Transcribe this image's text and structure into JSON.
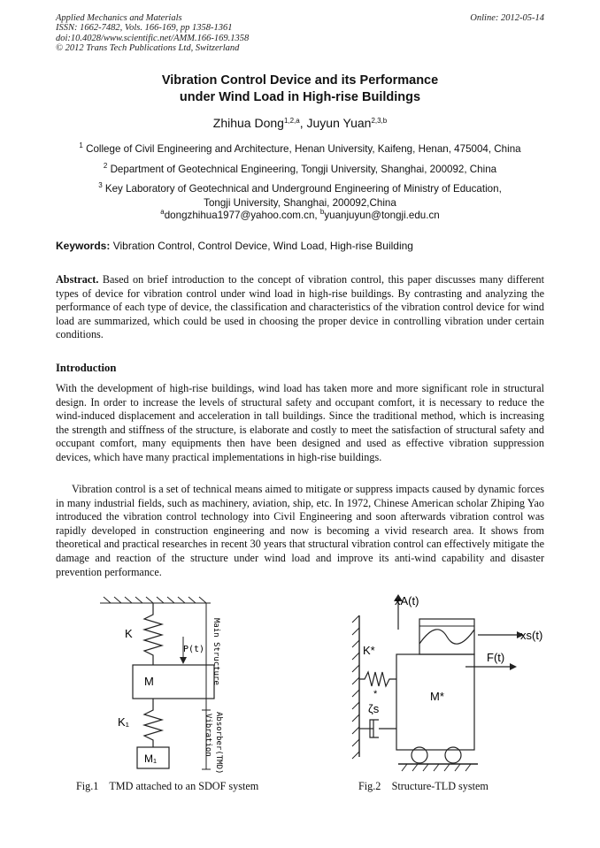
{
  "header": {
    "journal": "Applied Mechanics and Materials",
    "issn": "ISSN: 1662-7482, Vols. 166-169, pp 1358-1361",
    "doi": "doi:10.4028/www.scientific.net/AMM.166-169.1358",
    "copyright": "© 2012 Trans Tech Publications Ltd, Switzerland",
    "online": "Online: 2012-05-14"
  },
  "title": {
    "line1": "Vibration Control Device and its Performance",
    "line2": "under Wind Load in High-rise Buildings"
  },
  "authors": {
    "a1_name": "Zhihua Dong",
    "a1_sup": "1,2,a",
    "sep": ", ",
    "a2_name": "Juyun Yuan",
    "a2_sup": "2,3,b"
  },
  "affiliations": {
    "aff1_sup": "1",
    "aff1": "College of Civil Engineering and Architecture, Henan University, Kaifeng, Henan, 475004, China",
    "aff2_sup": "2",
    "aff2": "Department of Geotechnical Engineering, Tongji University, Shanghai, 200092, China",
    "aff3_sup": "3",
    "aff3_line1": "Key Laboratory of Geotechnical and Underground Engineering of Ministry of Education,",
    "aff3_line2": "Tongji University, Shanghai, 200092,China"
  },
  "emails": {
    "a_sup": "a",
    "a": "dongzhihua1977@yahoo.com.cn, ",
    "b_sup": "b",
    "b": "yuanjuyun@tongji.edu.cn"
  },
  "keywords": {
    "label": "Keywords:",
    "text": " Vibration Control, Control Device, Wind Load, High-rise Building"
  },
  "abstract": {
    "label": "Abstract.",
    "text": " Based on brief introduction to the concept of vibration control, this paper discusses many different types of device for vibration control under wind load in high-rise buildings. By contrasting and analyzing the performance of each type of device, the classification and characteristics of the vibration control device for wind load are summarized, which could be used in choosing the proper device in controlling vibration under certain conditions."
  },
  "introduction": {
    "heading": "Introduction",
    "p1": "With the development of high-rise buildings, wind load has taken more and more significant role in structural design. In order to increase the levels of structural safety and occupant comfort, it is necessary to reduce the wind-induced displacement and acceleration in tall buildings. Since the traditional method, which is increasing the strength and stiffness of the structure, is elaborate and costly to meet the satisfaction of structural safety and occupant comfort, many equipments then have been designed and used as effective vibration suppression devices, which have many practical implementations in high-rise buildings.",
    "p2": "Vibration control is a set of technical means aimed to mitigate or suppress impacts caused by dynamic forces in many industrial fields, such as machinery, aviation, ship, etc. In 1972, Chinese American scholar Zhiping Yao introduced the vibration control technology into Civil Engineering and soon afterwards vibration control was rapidly developed in construction engineering and now is becoming a vivid research area. It shows from theoretical and practical researches in recent 30 years that structural vibration control can effectively mitigate the damage and reaction of the structure under wind load and improve its anti-wind capability and disaster prevention performance."
  },
  "fig1": {
    "k": "K",
    "pt": "P(t)",
    "m": "M",
    "k1": "K₁",
    "m1": "M₁",
    "main_structure": "Main Structure",
    "vibration": "Vibration",
    "absorber": "Absorber(TMD)",
    "caption": "Fig.1    TMD attached to an SDOF system"
  },
  "fig2": {
    "xa": "xA(t)",
    "xs": "xs(t)",
    "ft": "F(t)",
    "kstar": "K*",
    "star": "*",
    "zeta": "ζs",
    "mstar": "M*",
    "caption": "Fig.2    Structure-TLD system"
  }
}
